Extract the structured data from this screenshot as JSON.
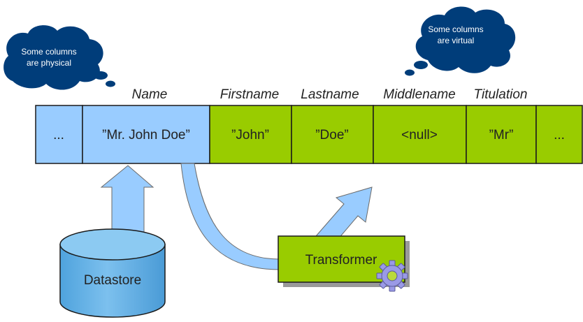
{
  "callouts": {
    "physical": [
      "Some columns",
      "are physical"
    ],
    "virtual": [
      "Some columns",
      "are virtual"
    ]
  },
  "headers": [
    "Name",
    "Firstname",
    "Lastname",
    "Middlename",
    "Titulation"
  ],
  "cells": [
    "...",
    "”Mr. John Doe”",
    "”John”",
    "”Doe”",
    "<null>",
    "”Mr”",
    "..."
  ],
  "datastore_label": "Datastore",
  "transformer_label": "Transformer",
  "icons": {
    "transformer_badge": "gear-icon"
  },
  "colors": {
    "physical_column": "#99ccff",
    "virtual_column": "#99cc00",
    "arrow": "#99ccff",
    "cloud": "#003d7a",
    "datastore": "#66b3e6",
    "gear": "#9a9ae6"
  }
}
